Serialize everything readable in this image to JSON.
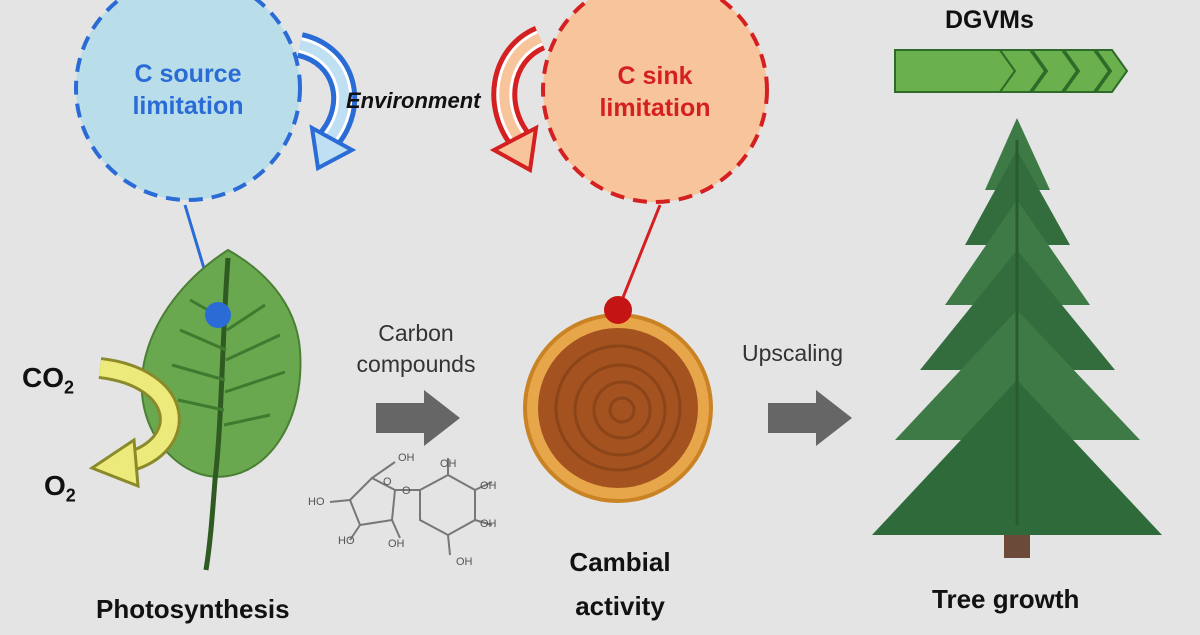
{
  "source_bubble": {
    "line1": "C source",
    "line2": "limitation"
  },
  "sink_bubble": {
    "line1": "C sink",
    "line2": "limitation"
  },
  "environment_label": "Environment",
  "dgvms_label": "DGVMs",
  "gases": {
    "co2_base": "CO",
    "co2_sub": "2",
    "o2_base": "O",
    "o2_sub": "2"
  },
  "carbon_compounds": {
    "line1": "Carbon",
    "line2": "compounds"
  },
  "upscaling_label": "Upscaling",
  "molecule_labels": [
    "OH",
    "HO",
    "O",
    "O",
    "OH",
    "OH",
    "HO",
    "OH",
    "OH",
    "OH"
  ],
  "captions": {
    "photosynthesis": "Photosynthesis",
    "cambial_line1": "Cambial",
    "cambial_line2": "activity",
    "tree_growth": "Tree growth"
  },
  "colors": {
    "source_fill": "#b9dde9",
    "source_stroke": "#2a6bd6",
    "sink_fill": "#f7c49b",
    "sink_stroke": "#d42020",
    "leaf": "#6aa84f",
    "tree": "#2f6b3a",
    "arrow_gray": "#666666",
    "gas_arrow": "#ecea7a",
    "dgvm_green": "#6ab04c"
  }
}
